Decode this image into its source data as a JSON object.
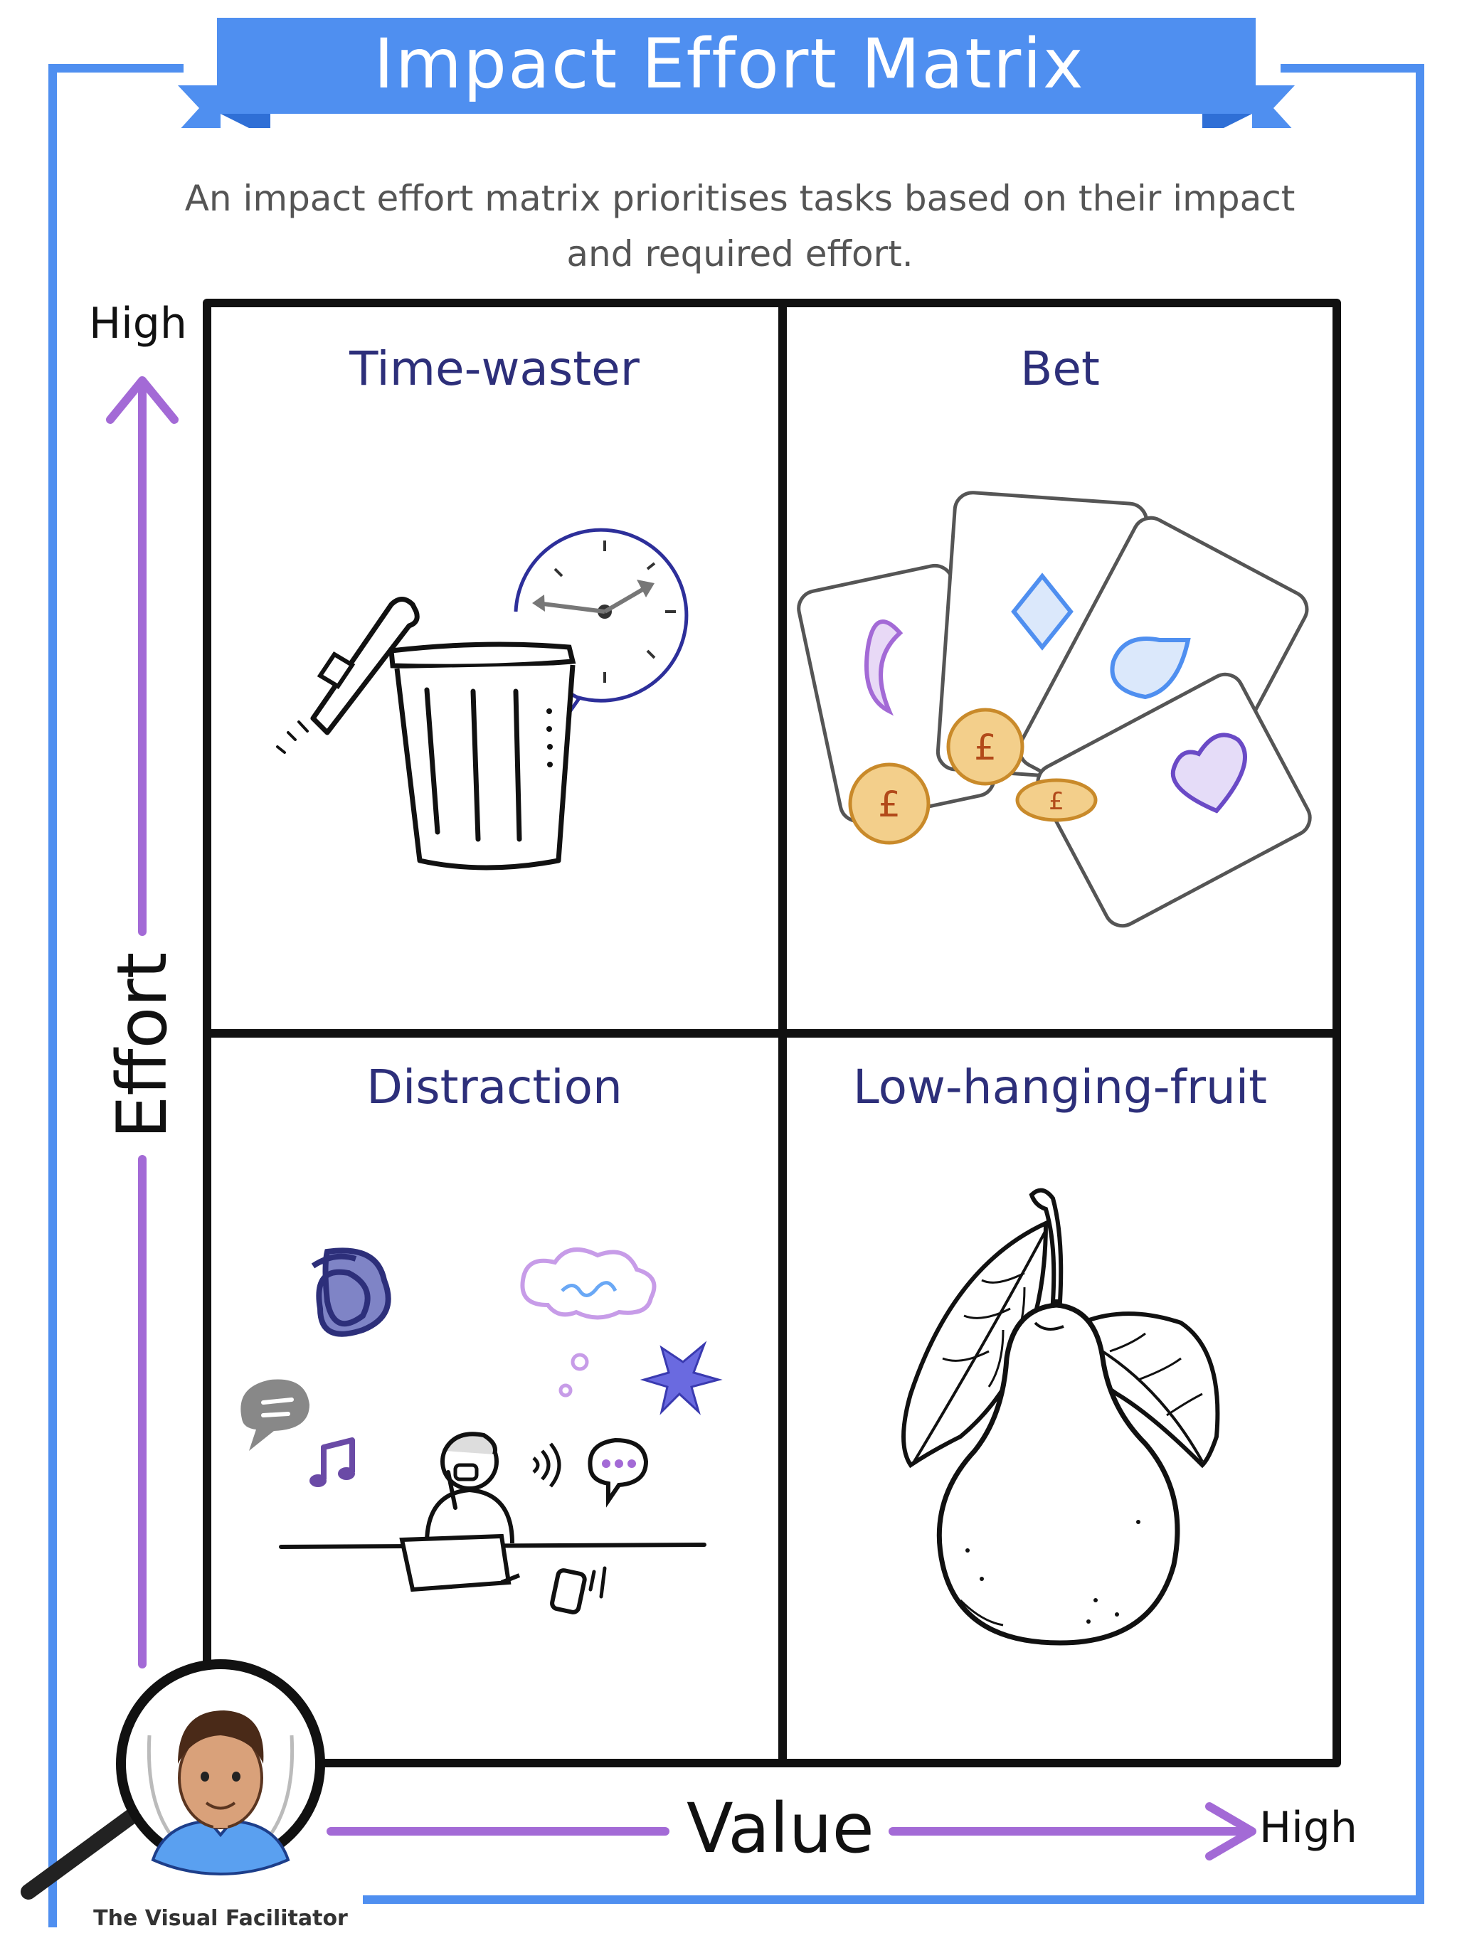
{
  "title": "Impact Effort Matrix",
  "subtitle_line1": "An impact effort matrix prioritises tasks based on their impact",
  "subtitle_line2": "and required effort.",
  "axes": {
    "y_label": "Effort",
    "y_high": "High",
    "x_label": "Value",
    "x_high": "High"
  },
  "quadrants": {
    "top_left": "Time-waster",
    "top_right": "Bet",
    "bottom_left": "Distraction",
    "bottom_right": "Low-hanging-fruit"
  },
  "icons": {
    "time_waster": "trash-can-clock-icon",
    "bet": "playing-cards-coins-icon",
    "distraction": "distracted-worker-icon",
    "low_hanging_fruit": "pear-icon",
    "brand": "magnifier-avatar-icon"
  },
  "brand": "The Visual Facilitator",
  "colors": {
    "frame": "#4f8ff0",
    "ribbon": "#4f8ff0",
    "ribbon_dark": "#2f6fd6",
    "axis_arrow": "#a36ad6",
    "quadrant_label": "#2d2f7a",
    "grid": "#111111"
  }
}
